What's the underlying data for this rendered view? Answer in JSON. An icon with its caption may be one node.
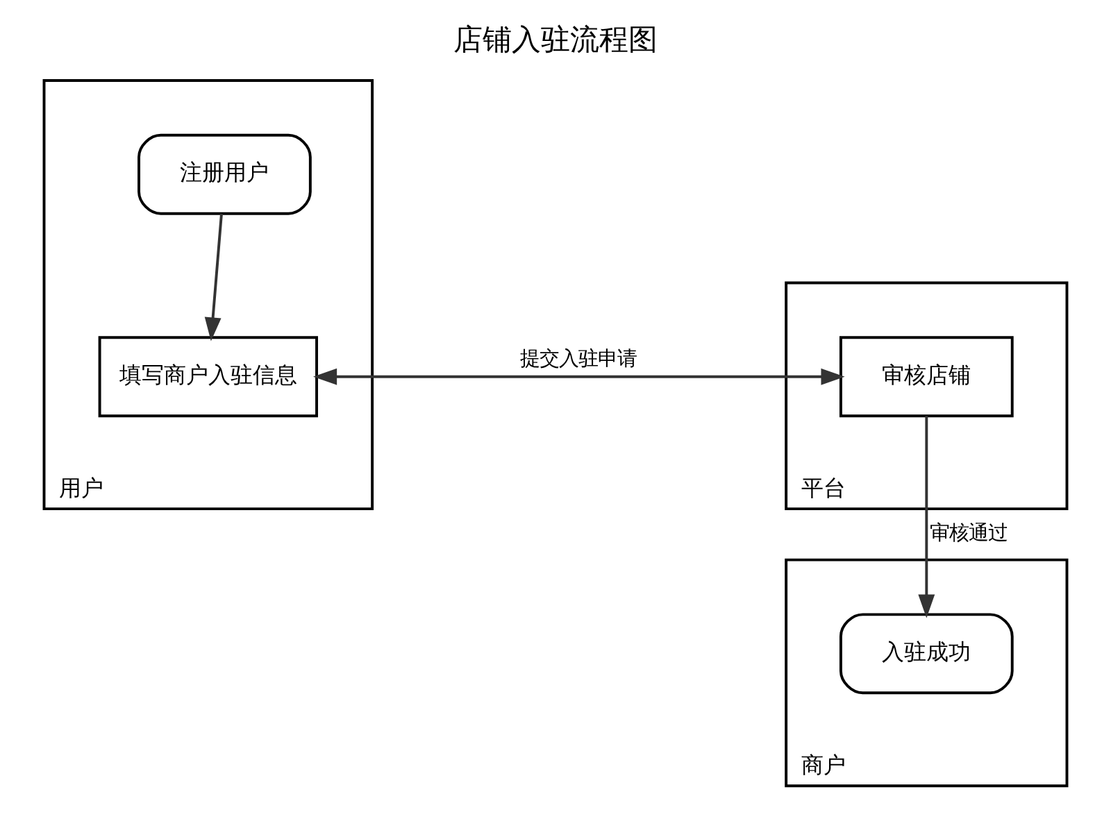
{
  "diagram": {
    "title": "店铺入驻流程图",
    "nodes": [
      {
        "text": [
          "用户"
        ]
      },
      {
        "text": [
          "商户"
        ]
      },
      {
        "text": [
          "平台"
        ]
      },
      {
        "text": [
          "注册用户"
        ],
        "in": 0
      },
      {
        "text": [
          "填写商户入驻信息"
        ],
        "in": 0
      },
      {
        "text": [
          "审核店铺"
        ],
        "in": 2
      },
      {
        "text": [
          "入驻成功"
        ],
        "in": 1
      }
    ],
    "edges": [
      {
        "from": 3,
        "to": 4,
        "arrow": "to"
      },
      {
        "from": 4,
        "to": 5,
        "arrow": "both",
        "label": "提交入驻申请"
      },
      {
        "from": 5,
        "to": 6,
        "arrow": "to",
        "label": "审核通过"
      }
    ]
  }
}
